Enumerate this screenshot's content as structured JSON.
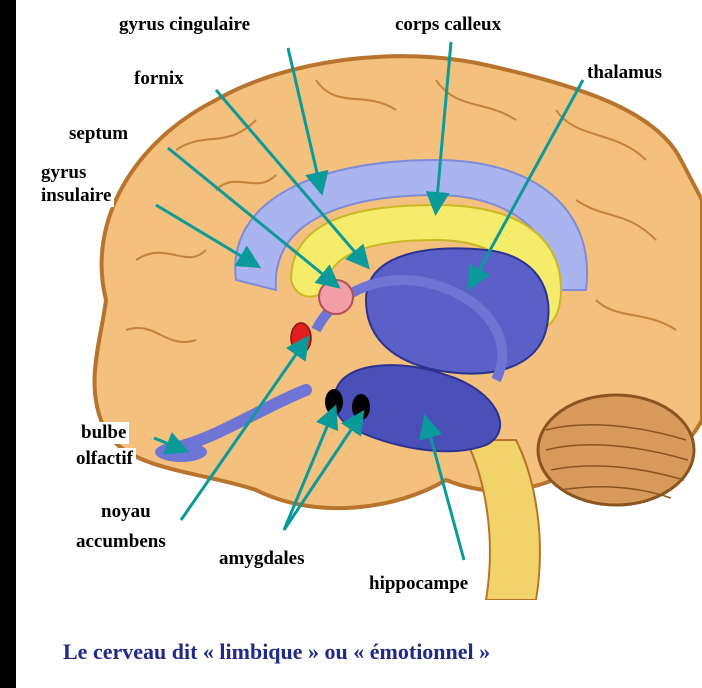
{
  "labels": {
    "gyrus_cingulaire": "gyrus cingulaire",
    "corps_calleux": "corps calleux",
    "fornix": "fornix",
    "thalamus": "thalamus",
    "septum": "septum",
    "gyrus_insulaire_1": "gyrus",
    "gyrus_insulaire_2": "insulaire",
    "bulbe_olfactif_1": "bulbe",
    "bulbe_olfactif_2": "olfactif",
    "noyau_accumbens_1": "noyau",
    "noyau_accumbens_2": "accumbens",
    "amygdales": "amygdales",
    "hippocampe": "hippocampe"
  },
  "caption": "Le cerveau dit « limbique » ou « émotionnel »",
  "colors": {
    "cortex": "#f3c07e",
    "cortex_outline": "#b8742c",
    "gyrus_cingulaire": "#aab4ee",
    "corps_calleux": "#f4ec6a",
    "limbic": "#5a60c8",
    "pointer": "#0b9a9a",
    "caption": "#1f2a8a"
  }
}
